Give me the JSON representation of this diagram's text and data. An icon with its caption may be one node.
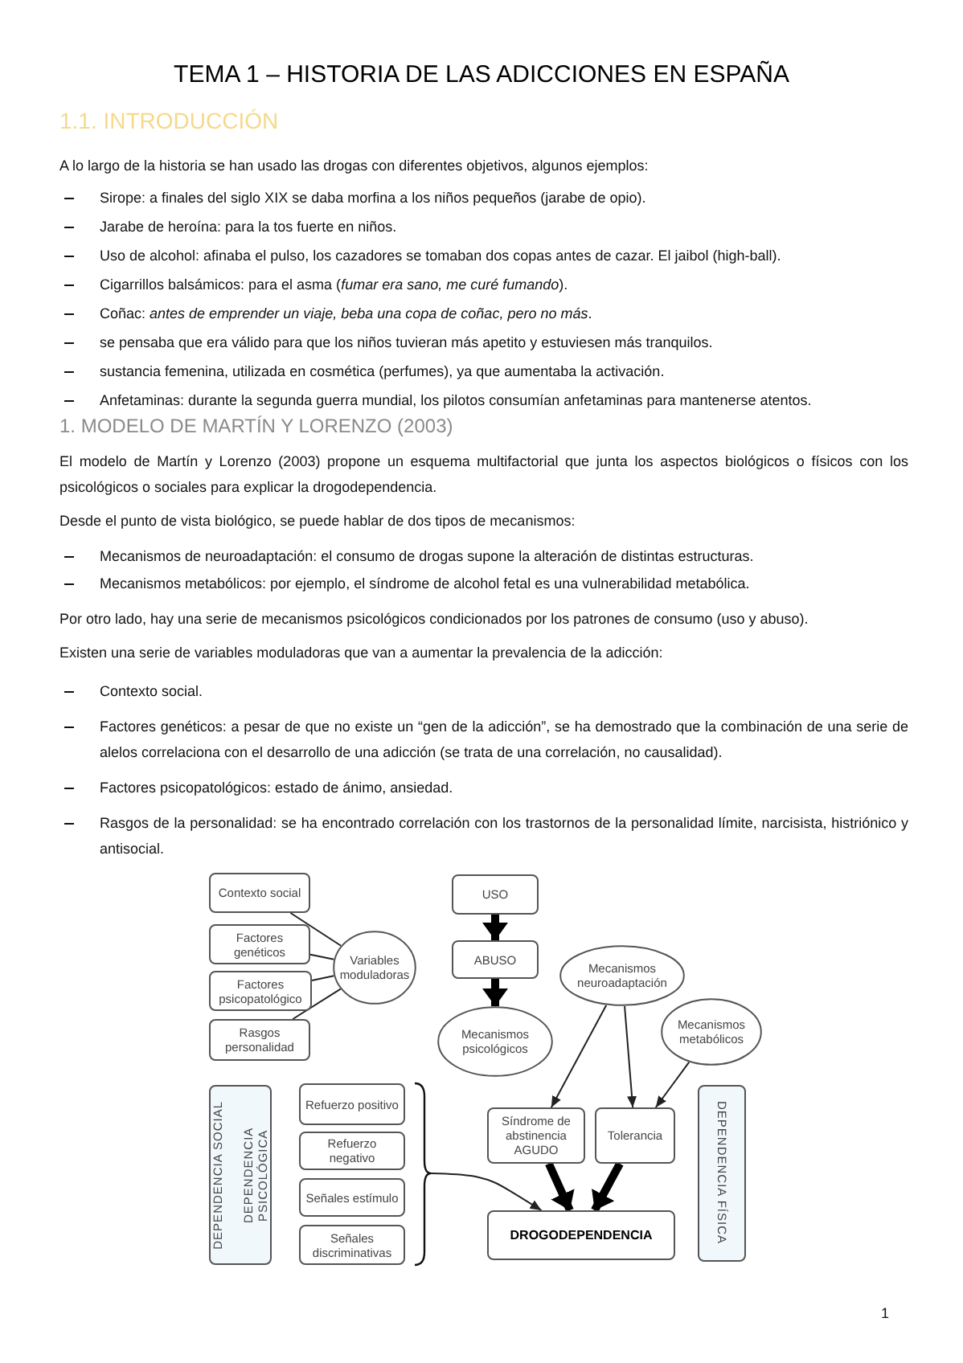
{
  "diagram": {
    "title": "TEMA 1 – HISTORIA DE LAS ADICCIONES EN ESPAÑA",
    "nodes": [
      {
        "text": [
          "Contexto social"
        ]
      },
      {
        "text": [
          "Factores genéticos"
        ]
      },
      {
        "text": [
          "Factores psicopatológico"
        ]
      },
      {
        "text": [
          "Rasgos personalidad"
        ]
      },
      {
        "text": [
          "Variables moduladoras"
        ]
      },
      {
        "text": [
          "USO"
        ]
      },
      {
        "text": [
          "ABUSO"
        ]
      },
      {
        "text": [
          "Mecanismos psicológicos"
        ]
      },
      {
        "text": [
          "Mecanismos neuroadaptación"
        ]
      },
      {
        "text": [
          "Mecanismos metabólicos"
        ]
      },
      {
        "text": [
          "DEPENDENCIA PSICOLÓGICA",
          "DEPENDENCIA SOCIAL"
        ]
      },
      {
        "text": [
          "Refuerzo positivo"
        ]
      },
      {
        "text": [
          "Refuerzo negativo"
        ]
      },
      {
        "text": [
          "Señales estímulo"
        ]
      },
      {
        "text": [
          "Señales discriminativas"
        ]
      },
      {
        "text": [
          "Síndrome de abstinencia AGUDO"
        ]
      },
      {
        "text": [
          "Tolerancia"
        ]
      },
      {
        "text": [
          "DROGODEPENDENCIA"
        ]
      },
      {
        "text": [
          "DEPENDENCIA FÍSICA"
        ]
      }
    ],
    "edges": [
      {
        "from": 0,
        "to": 4,
        "arrow": "none"
      },
      {
        "from": 1,
        "to": 4,
        "arrow": "none"
      },
      {
        "from": 2,
        "to": 4,
        "arrow": "none"
      },
      {
        "from": 3,
        "to": 4,
        "arrow": "none"
      },
      {
        "from": 5,
        "to": 6,
        "arrow": "to",
        "style": "thick"
      },
      {
        "from": 6,
        "to": 7,
        "arrow": "to",
        "style": "thick"
      },
      {
        "from": 8,
        "to": 15,
        "arrow": "to"
      },
      {
        "from": 8,
        "to": 16,
        "arrow": "to"
      },
      {
        "from": 9,
        "to": 16,
        "arrow": "to"
      },
      {
        "from": 15,
        "to": 17,
        "arrow": "to",
        "style": "thick"
      },
      {
        "from": 16,
        "to": 17,
        "arrow": "to",
        "style": "thick"
      },
      {
        "from": null,
        "to": 17,
        "arrow": "to"
      }
    ],
    "labels": [
      "1.1. INTRODUCCIÓN",
      "A lo largo de la historia se han usado las drogas con diferentes objetivos, algunos ejemplos:",
      "Sirope: a finales del siglo XIX se daba morfina a los niños pequeños (jarabe de opio).",
      "Jarabe de heroína: para la tos fuerte en niños.",
      "Uso de alcohol: afinaba el pulso, los cazadores se tomaban dos copas antes de cazar. El jaibol (high-ball).",
      "Cigarrillos balsámicos: para el asma (*fumar era sano, me curé fumando*).",
      "Coñac: *antes de emprender un viaje, beba una copa de coñac, pero no más*.",
      "se pensaba que era válido para que los niños tuvieran más apetito y estuviesen más tranquilos.",
      "sustancia femenina, utilizada en cosmética (perfumes), ya que aumentaba la activación.",
      "Anfetaminas: durante la segunda guerra mundial, los pilotos consumían anfetaminas para mantenerse atentos.",
      "1. MODELO DE MARTÍN Y LORENZO (2003)",
      "El modelo de Martín y Lorenzo (2003) propone un esquema multifactorial que junta los aspectos biológicos o físicos con los psicológicos o sociales para explicar la drogodependencia.",
      "Desde el punto de vista biológico, se puede hablar de dos tipos de mecanismos:",
      "Mecanismos de neuroadaptación: el consumo de drogas supone la alteración de distintas estructuras.",
      "Mecanismos metabólicos: por ejemplo, el síndrome de alcohol fetal es una vulnerabilidad metabólica.",
      "Por otro lado, hay una serie de mecanismos psicológicos condicionados por los patrones de consumo (uso y abuso).",
      "Existen una serie de variables moduladoras que van a aumentar la prevalencia de la adicción:",
      "Contexto social.",
      "Factores genéticos: a pesar de que no existe un “gen de la adicción”, se ha demostrado que la combinación de una serie de alelos correlaciona con el desarrollo de una adicción (se trata de una correlación, no causalidad).",
      "Factores psicopatológicos: estado de ánimo, ansiedad.",
      "Rasgos de la personalidad: se ha encontrado correlación con los trastornos de la personalidad límite, narcisista, histriónico y antisocial.",
      "1"
    ]
  }
}
